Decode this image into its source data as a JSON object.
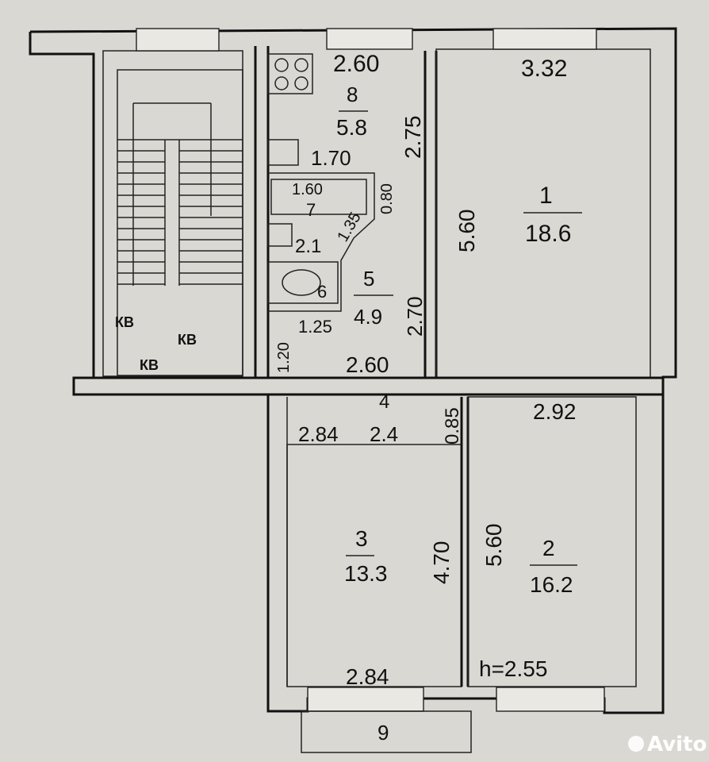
{
  "plan": {
    "ceiling_height": "h=2.55",
    "rooms": [
      {
        "id": "1",
        "area": "18.6"
      },
      {
        "id": "2",
        "area": "16.2"
      },
      {
        "id": "3",
        "area": "13.3"
      },
      {
        "id": "4",
        "area": "2.4"
      },
      {
        "id": "5",
        "area": "4.9"
      },
      {
        "id": "6",
        "area": ""
      },
      {
        "id": "7",
        "area": "2.1"
      },
      {
        "id": "8",
        "area": "5.8"
      },
      {
        "id": "9",
        "area": ""
      }
    ],
    "dimensions": {
      "room1_width": "3.32",
      "room1_length": "5.60",
      "kitchen_width": "2.60",
      "kitchen_length": "2.75",
      "kitchen_inner": "1.70",
      "bath_width": "1.60",
      "bath_depth": "0.80",
      "bath_diag": "1.35",
      "hall_height": "2.70",
      "hall_width_small": "1.25",
      "hall_depth_small": "1.20",
      "hall_width": "2.60",
      "corridor_depth": "0.85",
      "room3_width_top": "2.84",
      "room3_length": "4.70",
      "room3_width_bottom": "2.84",
      "room2_width": "2.92",
      "room2_length": "5.60"
    },
    "neighbors": [
      "КВ",
      "КВ",
      "КВ"
    ]
  },
  "watermark": {
    "text": "Avito"
  }
}
